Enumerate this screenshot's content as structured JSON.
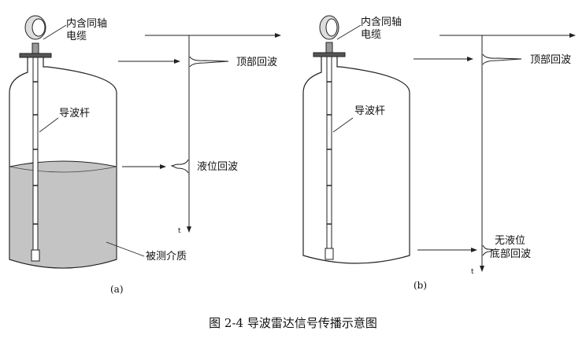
{
  "panel_a": {
    "cable_label_1": "内含同轴",
    "cable_label_2": "电缆",
    "rod_label": "导波杆",
    "top_echo_label": "顶部回波",
    "level_echo_label": "液位回波",
    "medium_label": "被测介质",
    "axis_t": "t",
    "panel_label": "(a)"
  },
  "panel_b": {
    "cable_label_1": "内含同轴",
    "cable_label_2": "电缆",
    "rod_label": "导波杆",
    "top_echo_label": "顶部回波",
    "no_level_label": "无液位",
    "bottom_echo_label": "底部回波",
    "axis_t": "t",
    "panel_label": "(b)"
  },
  "caption": "图 2-4  导波雷达信号传播示意图",
  "colors": {
    "liquid": "#c4c4c4",
    "line": "#222222"
  }
}
